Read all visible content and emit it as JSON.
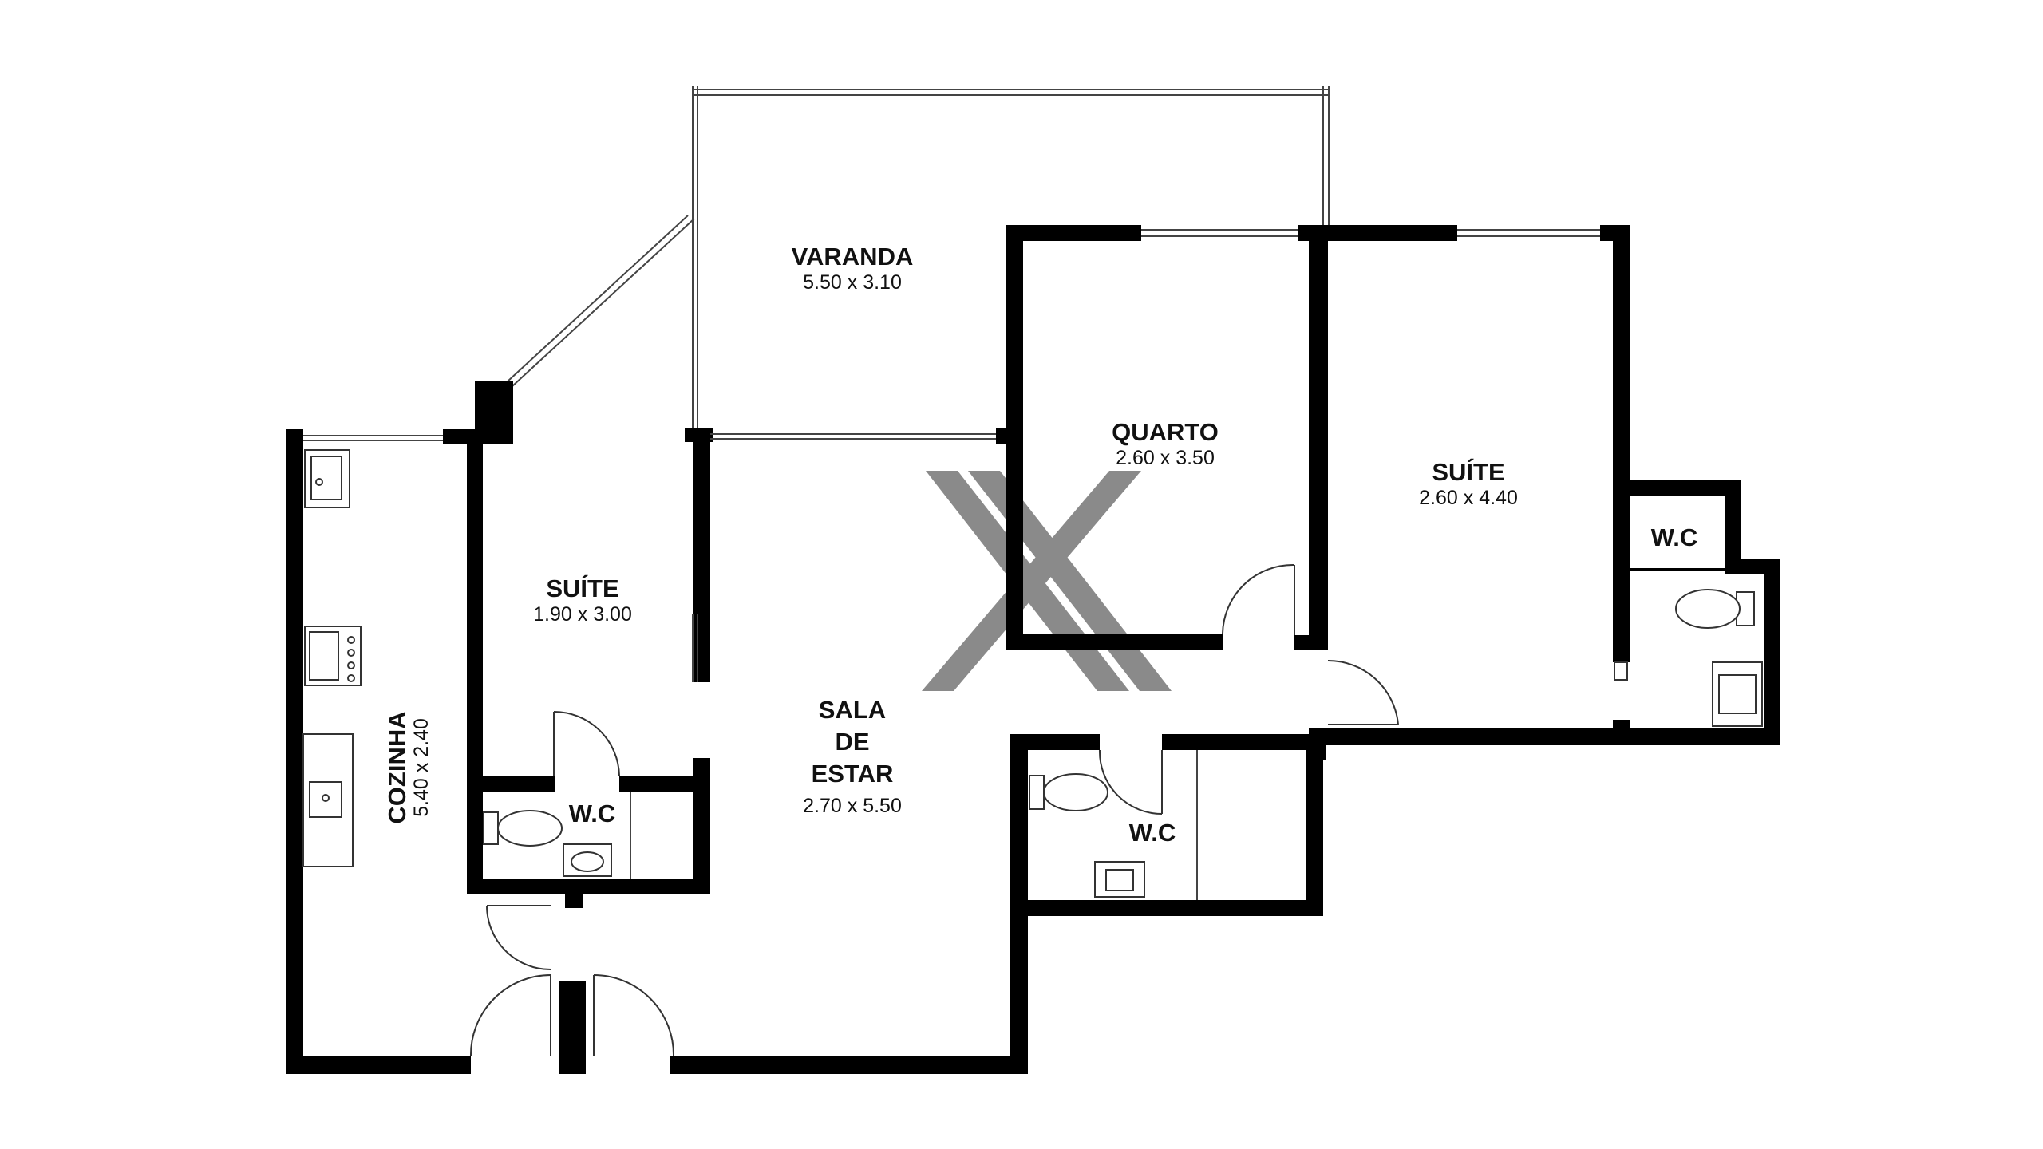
{
  "rooms": {
    "varanda": {
      "name": "VARANDA",
      "dim": "5.50 x 3.10"
    },
    "quarto": {
      "name": "QUARTO",
      "dim": "2.60 x 3.50"
    },
    "suite_right": {
      "name": "SUÍTE",
      "dim": "2.60 x 4.40"
    },
    "suite_left": {
      "name": "SUÍTE",
      "dim": "1.90 x 3.00"
    },
    "sala": {
      "name_line1": "SALA",
      "name_line2": "DE",
      "name_line3": "ESTAR",
      "dim": "2.70 x 5.50"
    },
    "cozinha": {
      "name": "COZINHA",
      "dim": "5.40 x 2.40"
    },
    "wc_left": {
      "name": "W.C"
    },
    "wc_center": {
      "name": "W.C"
    },
    "wc_right": {
      "name": "W.C"
    }
  },
  "colors": {
    "wall": "#000000",
    "logo": "#8a8a8a",
    "background": "#ffffff"
  },
  "icons": [
    "logo-x-icon",
    "toilet-icon",
    "sink-icon",
    "stove-icon"
  ]
}
